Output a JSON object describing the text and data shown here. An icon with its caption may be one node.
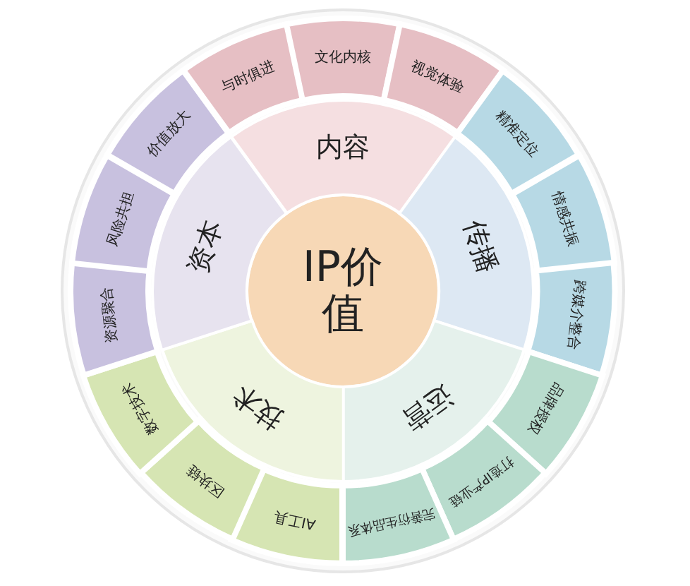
{
  "diagram": {
    "nodes": [
      {
        "text": [
          "IP价值"
        ]
      },
      {
        "text": [
          "内容"
        ]
      },
      {
        "text": [
          "与时俱进"
        ]
      },
      {
        "text": [
          "文化内核"
        ]
      },
      {
        "text": [
          "视觉体验"
        ]
      },
      {
        "text": [
          "传播"
        ]
      },
      {
        "text": [
          "精准定位"
        ]
      },
      {
        "text": [
          "情感共振"
        ]
      },
      {
        "text": [
          "跨媒介整合"
        ]
      },
      {
        "text": [
          "运营"
        ]
      },
      {
        "text": [
          "品牌授权"
        ]
      },
      {
        "text": [
          "打造IP产业链"
        ]
      },
      {
        "text": [
          "完善衍生品体系"
        ]
      },
      {
        "text": [
          "技术"
        ]
      },
      {
        "text": [
          "AI工具"
        ]
      },
      {
        "text": [
          "区块链"
        ]
      },
      {
        "text": [
          "数字技术"
        ]
      },
      {
        "text": [
          "资本"
        ]
      },
      {
        "text": [
          "资源聚合"
        ]
      },
      {
        "text": [
          "风险共担"
        ]
      },
      {
        "text": [
          "价值放大"
        ]
      }
    ]
  }
}
